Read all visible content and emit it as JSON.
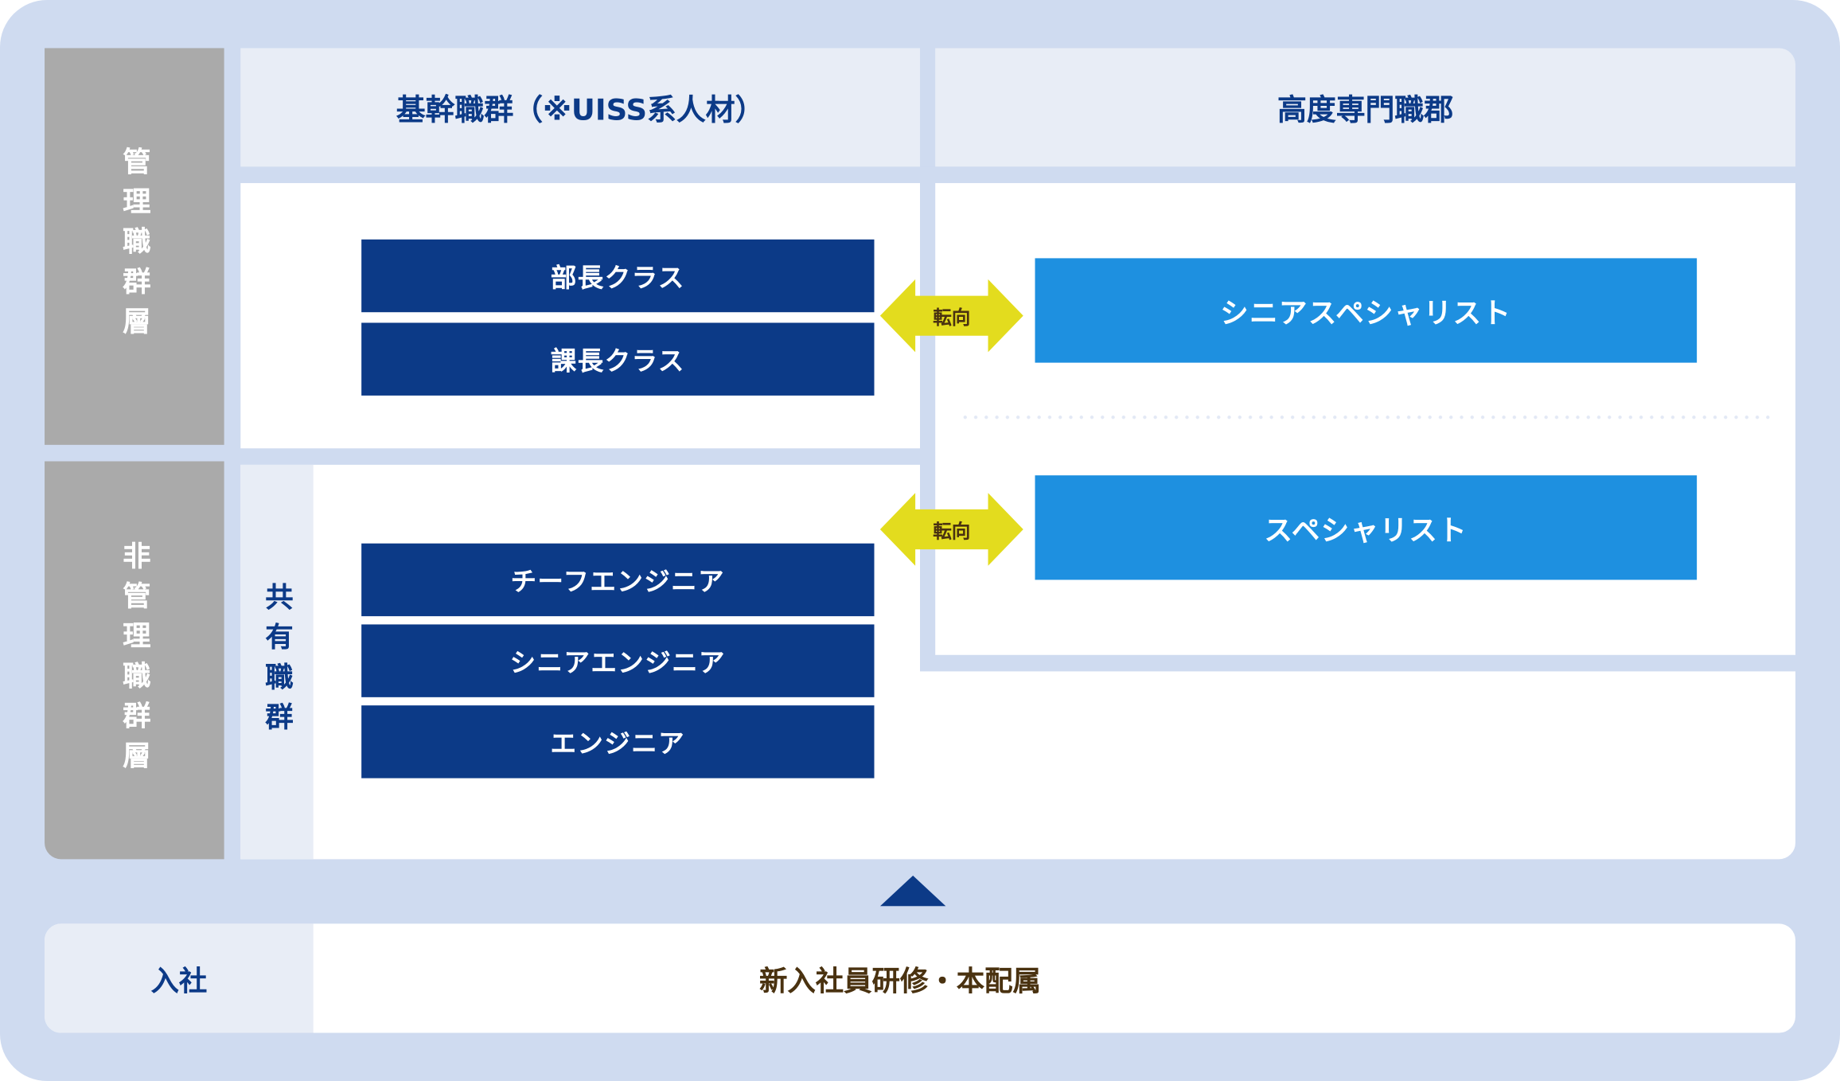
{
  "rows": {
    "management": "管理職群層",
    "non_management": "非管理職群層",
    "shared": "共有職群"
  },
  "columns": {
    "core": "基幹職群（※UISS系人材）",
    "specialist": "高度専門職郡"
  },
  "core_grades": [
    "部長クラス",
    "課長クラス",
    "チーフエンジニア",
    "シニアエンジニア",
    "エンジニア"
  ],
  "specialist_grades": [
    "シニアスペシャリスト",
    "スペシャリスト"
  ],
  "transfer_label": "転向",
  "entry": {
    "label": "入社",
    "text": "新入社員研修・本配属"
  },
  "colors": {
    "core": "#0c3a87",
    "specialist": "#1e90e0",
    "transfer": "#e3dc1e",
    "side": "#aaaaaa",
    "background": "#cfdbf0"
  }
}
